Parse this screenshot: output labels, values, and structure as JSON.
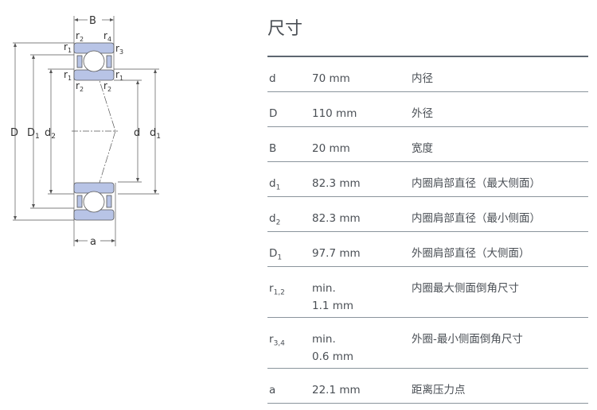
{
  "title": "尺寸",
  "diagram": {
    "labels": {
      "B": "B",
      "a": "a",
      "D": "D",
      "D1": "D",
      "D1_sub": "1",
      "d2": "d",
      "d2_sub": "2",
      "d": "d",
      "d1": "d",
      "d1_sub": "1",
      "r": "r",
      "r1": "1",
      "r2": "2",
      "r3": "3",
      "r4": "4"
    },
    "ring_color": "#b8c4e6"
  },
  "rows": [
    {
      "sym": "d",
      "sub": "",
      "value": "70 mm",
      "desc": "内径"
    },
    {
      "sym": "D",
      "sub": "",
      "value": "110 mm",
      "desc": "外径"
    },
    {
      "sym": "B",
      "sub": "",
      "value": "20 mm",
      "desc": "宽度"
    },
    {
      "sym": "d",
      "sub": "1",
      "value": "82.3 mm",
      "desc": "内圈肩部直径（最大侧面）"
    },
    {
      "sym": "d",
      "sub": "2",
      "value": "82.3 mm",
      "desc": "内圈肩部直径（最小侧面）"
    },
    {
      "sym": "D",
      "sub": "1",
      "value": "97.7 mm",
      "desc": "外圈肩部直径（大侧面）"
    },
    {
      "sym": "r",
      "sub": "1,2",
      "value": "min.",
      "value2": "1.1 mm",
      "desc": "内圈最大侧面倒角尺寸"
    },
    {
      "sym": "r",
      "sub": "3,4",
      "value": "min.",
      "value2": "0.6 mm",
      "desc": "外圈-最小侧面倒角尺寸"
    },
    {
      "sym": "a",
      "sub": "",
      "value": "22.1 mm",
      "desc": "距离压力点"
    }
  ]
}
